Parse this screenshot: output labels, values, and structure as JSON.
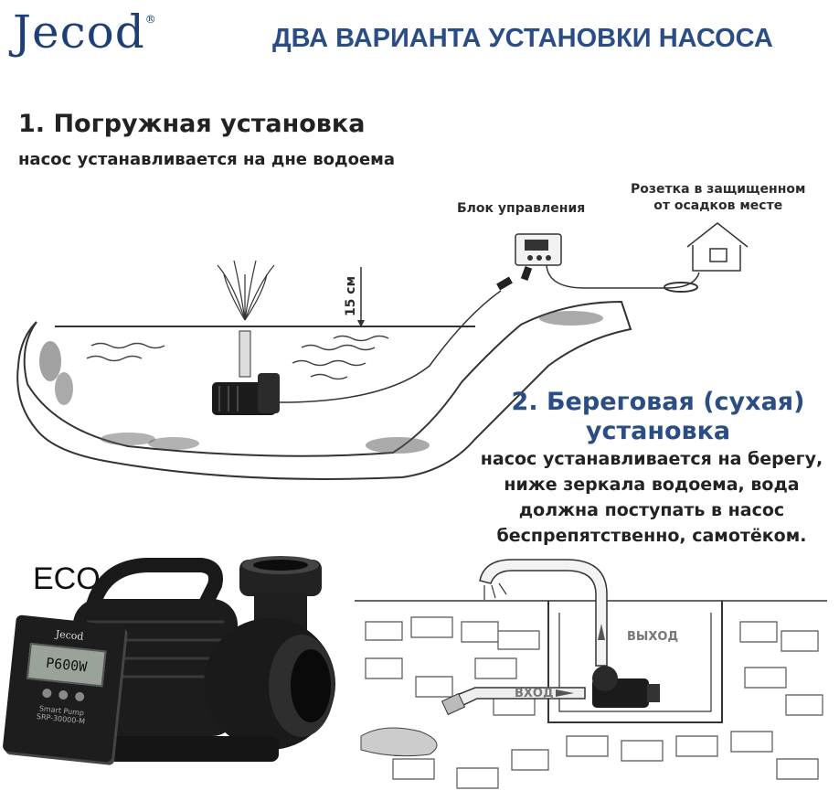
{
  "header": {
    "logo_text": "Jecod",
    "logo_mark": "®",
    "title": "ДВА ВАРИАНТА УСТАНОВКИ  НАСОСА"
  },
  "option1": {
    "heading": "1. Погружная установка",
    "description": "насос устанавливается на дне водоема",
    "label_control_unit": "Блок управления",
    "label_socket_line1": "Розетка в защищенном",
    "label_socket_line2": "от осадков месте",
    "label_depth": "15 см"
  },
  "option2": {
    "heading_line1": "2. Береговая  (сухая)",
    "heading_line2": "установка",
    "description_line1": "насос устанавливается на берегу,",
    "description_line2": "ниже  зеркала водоема, вода",
    "description_line3": "должна поступать в насос",
    "description_line4": "беспрепятственно, самотёком.",
    "label_out": "ВЫХОД",
    "label_in": "ВХОД"
  },
  "product": {
    "badge": "ECO",
    "controller_brand": "Jecod",
    "controller_display": "P600W",
    "controller_line1": "Smart Pump",
    "controller_line2": "SRP-30000-M"
  }
}
